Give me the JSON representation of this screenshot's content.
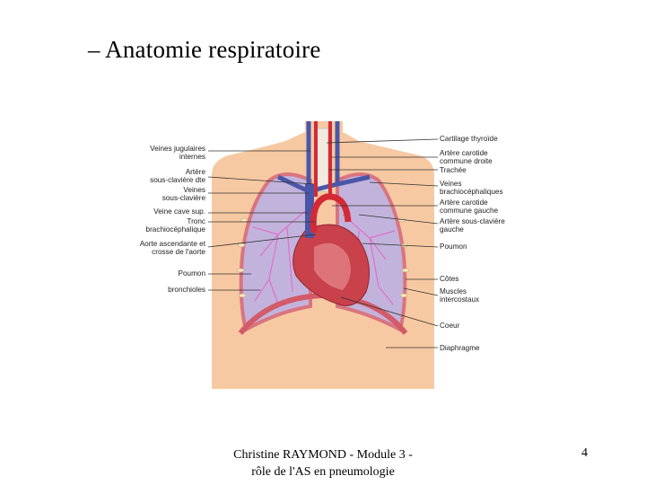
{
  "slide": {
    "title": "– Anatomie respiratoire",
    "footer_line1": "Christine RAYMOND - Module 3 -",
    "footer_line2": "rôle de l'AS en pneumologie",
    "page_number": "4"
  },
  "figure": {
    "left_labels": [
      {
        "line1": "Veines jugulaires",
        "line2": "internes"
      },
      {
        "line1": "Artère",
        "line2": "sous-clavière dte"
      },
      {
        "line1": "Veines",
        "line2": "sous-clavière"
      },
      {
        "line1": "Veine cave sup.",
        "line2": ""
      },
      {
        "line1": "Tronc",
        "line2": "brachiocéphalique"
      },
      {
        "line1": "Aorte ascendante et",
        "line2": "crosse de l'aorte"
      },
      {
        "line1": "Poumon",
        "line2": ""
      },
      {
        "line1": "bronchioles",
        "line2": ""
      }
    ],
    "right_labels": [
      {
        "line1": "Cartilage thyroïde",
        "line2": ""
      },
      {
        "line1": "Artère carotide",
        "line2": "commune droite"
      },
      {
        "line1": "Trachée",
        "line2": ""
      },
      {
        "line1": "Veines",
        "line2": "brachiocéphaliques"
      },
      {
        "line1": "Artère carotide",
        "line2": "commune gauche"
      },
      {
        "line1": "Artère sous-clavière",
        "line2": "gauche"
      },
      {
        "line1": "Poumon",
        "line2": ""
      },
      {
        "line1": "Côtes",
        "line2": ""
      },
      {
        "line1": "Muscles",
        "line2": "intercostaux"
      },
      {
        "line1": "Coeur",
        "line2": ""
      },
      {
        "line1": "Diaphragme",
        "line2": ""
      }
    ],
    "colors": {
      "skin": "#f7c9a2",
      "lung": "#c2b3dc",
      "heart": "#c8414b",
      "vein": "#4a56a8",
      "artery": "#d32a36",
      "pleura": "#d9747f",
      "diaphragm": "#d35a68",
      "trachea": "#f2eadf",
      "bronchi": "#e070c8"
    }
  }
}
